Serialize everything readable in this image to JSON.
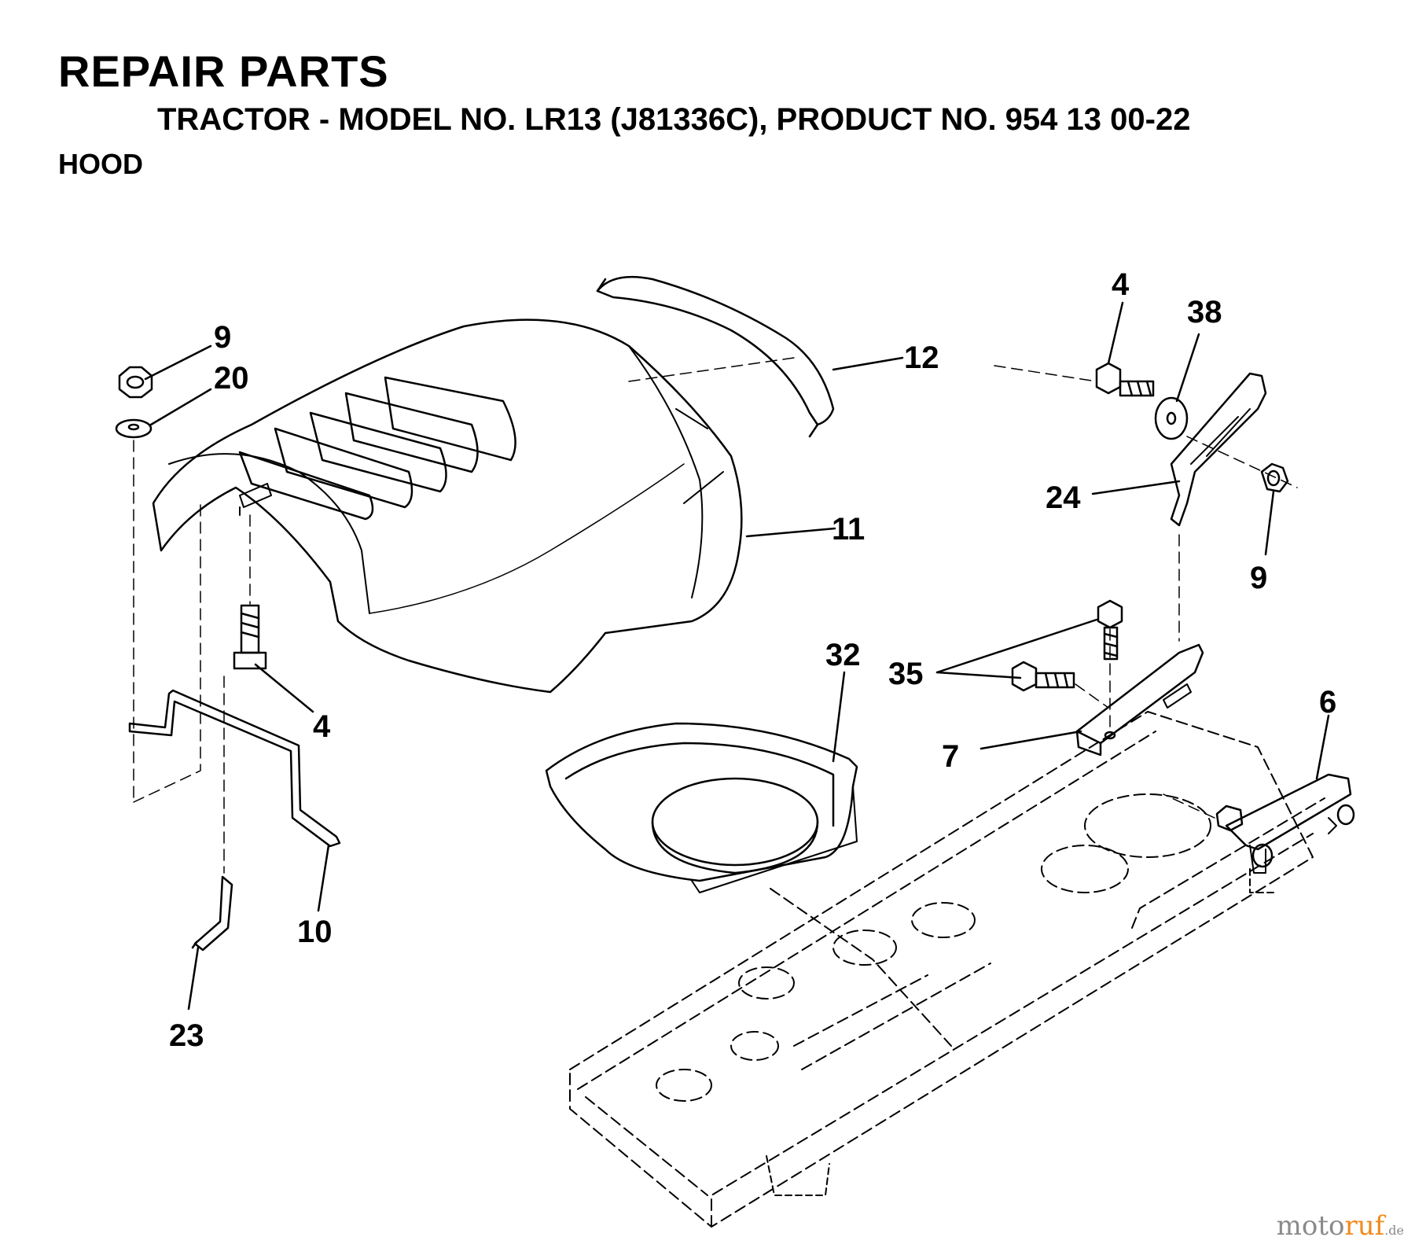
{
  "header": {
    "title": "REPAIR PARTS",
    "subtitle": "TRACTOR - MODEL NO. LR13 (J81336C), PRODUCT NO. 954 13 00-22",
    "section": "HOOD"
  },
  "callouts": [
    {
      "id": "c9a",
      "label": "9"
    },
    {
      "id": "c20",
      "label": "20"
    },
    {
      "id": "c12",
      "label": "12"
    },
    {
      "id": "c4a",
      "label": "4"
    },
    {
      "id": "c38",
      "label": "38"
    },
    {
      "id": "c24",
      "label": "24"
    },
    {
      "id": "c9b",
      "label": "9"
    },
    {
      "id": "c11",
      "label": "11"
    },
    {
      "id": "c4b",
      "label": "4"
    },
    {
      "id": "c32",
      "label": "32"
    },
    {
      "id": "c35",
      "label": "35"
    },
    {
      "id": "c7",
      "label": "7"
    },
    {
      "id": "c6",
      "label": "6"
    },
    {
      "id": "c10",
      "label": "10"
    },
    {
      "id": "c23",
      "label": "23"
    }
  ],
  "watermark": {
    "part_a": "moto",
    "part_b": "ruf",
    "part_c": ".de"
  }
}
